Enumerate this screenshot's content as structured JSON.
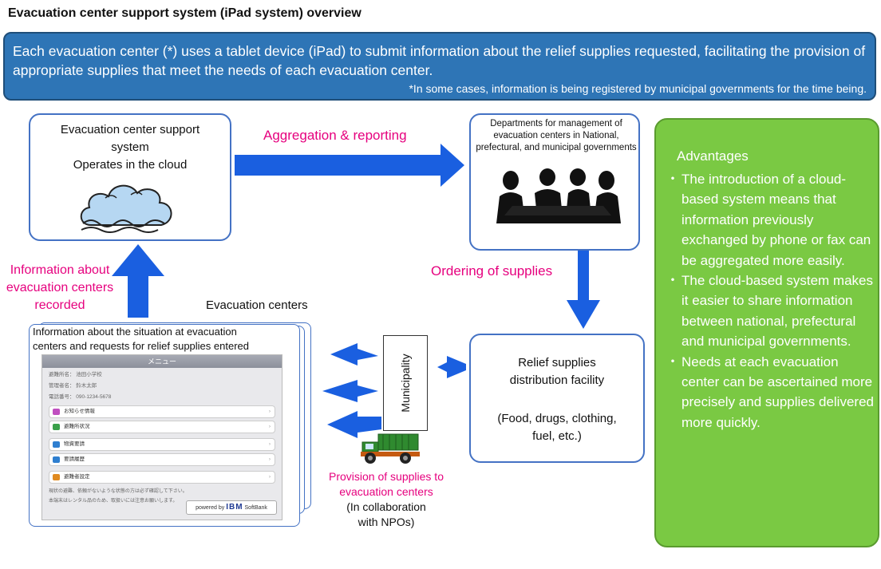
{
  "title": "Evacuation center support system (iPad system) overview",
  "banner": {
    "main": "Each evacuation center (*) uses a tablet device (iPad) to submit information about the relief supplies requested, facilitating the provision of appropriate supplies that meet the needs of each evacuation center.",
    "note": "*In some cases, information is being registered by municipal governments for the time being."
  },
  "cloud_box": {
    "line1": "Evacuation center support",
    "line2": "system",
    "line3": "Operates in the cloud"
  },
  "dept_box": {
    "text": "Departments for management of evacuation centers in National, prefectural, and municipal governments"
  },
  "relief_box": {
    "line1": "Relief supplies",
    "line2": "distribution facility",
    "line3": "(Food, drugs, clothing,",
    "line4": "fuel, etc.)"
  },
  "labels": {
    "aggregation": "Aggregation & reporting",
    "ordering": "Ordering of supplies",
    "info_recorded_1": "Information about",
    "info_recorded_2": "evacuation centers",
    "info_recorded_3": "recorded",
    "evac_centers": "Evacuation centers",
    "tablet_caption_1": "Information about the situation at evacuation",
    "tablet_caption_2": "centers and requests for relief supplies entered",
    "municipality": "Municipality",
    "provision_1": "Provision of supplies to",
    "provision_2": "evacuation centers",
    "provision_3": "(In collaboration",
    "provision_4": "with NPOs)"
  },
  "ipad": {
    "header": "メニュー",
    "info": [
      "避難所名： 池田小学校",
      "管理者名： 鈴木太郎",
      "電話番号： 090-1234-5678"
    ],
    "rows": [
      {
        "label": "お知らせ情報",
        "color": "#c04fc0"
      },
      {
        "label": "避難所状況",
        "color": "#3aa04a"
      },
      {
        "label": "物資要請",
        "color": "#2f7fd0"
      },
      {
        "label": "要請履歴",
        "color": "#2f7fd0"
      },
      {
        "label": "避難者設定",
        "color": "#e08a20"
      }
    ],
    "footer": [
      "現状の避難、依頼がないような状態の方は必ず確認して下さい。",
      "本端末はレンタル品のため、取扱いには注意お願いします。"
    ],
    "powered_prefix": "powered by",
    "powered_ibm": "IBM",
    "powered_softbank": "SoftBank"
  },
  "advantages": {
    "title": "Advantages",
    "items": [
      "The introduction of a cloud-based system means that information previously exchanged by phone or fax can be aggregated more easily.",
      "The cloud-based system makes it easier to share information between national, prefectural and municipal governments.",
      "Needs at each evacuation center can be ascertained more precisely and supplies delivered more quickly."
    ],
    "bullet": "・"
  },
  "colors": {
    "banner": "#2e75b6",
    "box_border": "#4472c4",
    "arrow": "#1a5fe0",
    "accent_text": "#e6007e",
    "advantages_bg": "#7ac943"
  }
}
